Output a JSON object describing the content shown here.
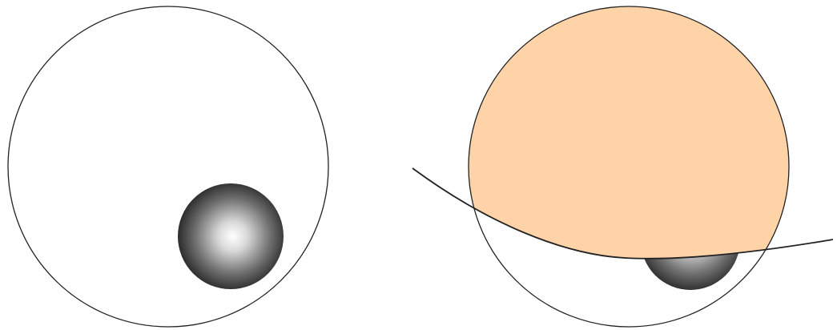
{
  "figure": {
    "panels": [
      {
        "name": "left-panel",
        "description_visible_text": "",
        "region_fill": ""
      },
      {
        "name": "right-panel",
        "description_visible_text": "",
        "region_fill": "#FFD3A8"
      }
    ],
    "colors": {
      "stroke": "#222222",
      "sphere_center": "#ffffff",
      "sphere_edge": "#222222",
      "background": "#ffffff"
    },
    "icons": [
      "circle",
      "sphere",
      "curve"
    ]
  }
}
